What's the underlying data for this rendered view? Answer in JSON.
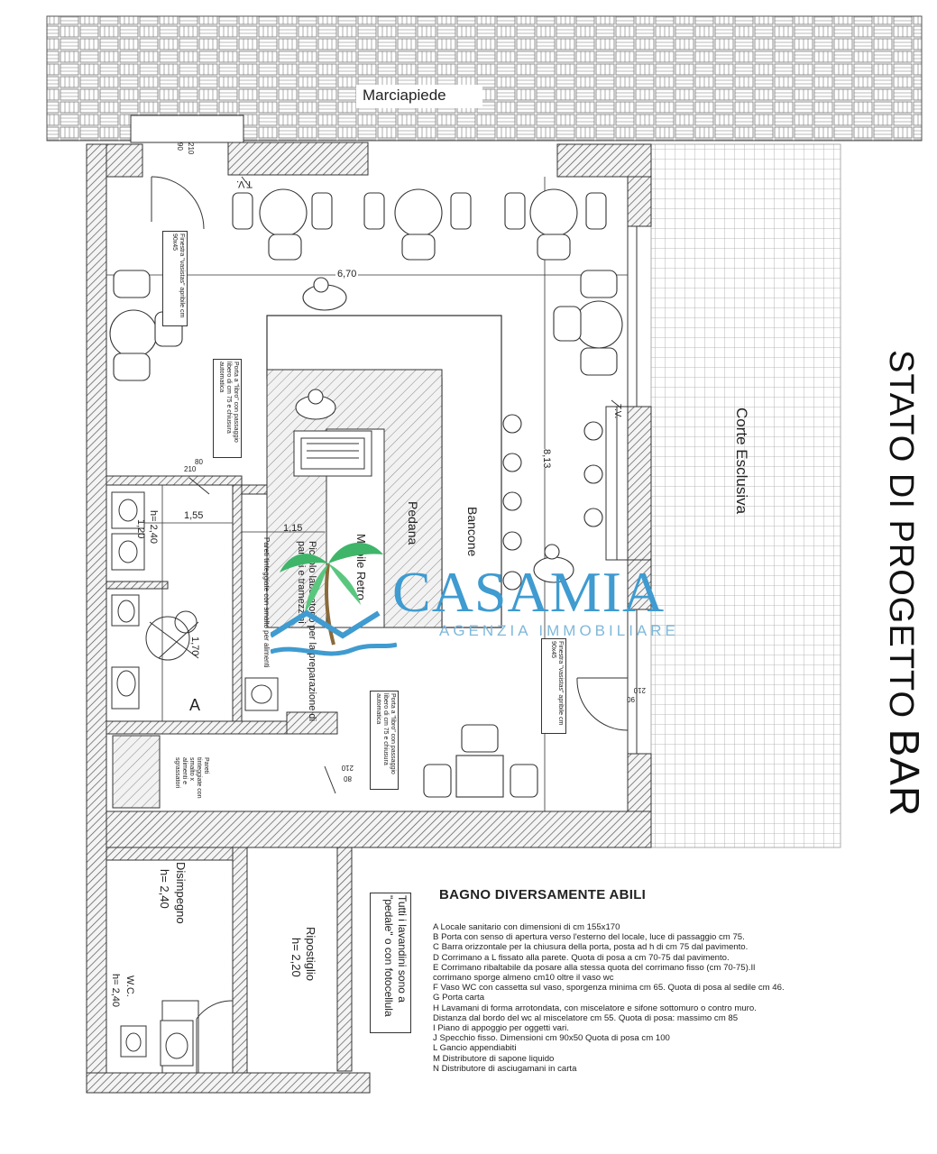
{
  "labels": {
    "sidewalk": "Marciapiede",
    "court": "Corte Esclusiva",
    "counter": "Bancone",
    "platform": "Pedana",
    "back_cabinet": "Mobile Retro",
    "lab": "Piccolo laboratorio per la preparazione di panini e tramezzini",
    "lab_walls": "Pareti tinteggiate con smalto per alimenti",
    "store_walls": "Pareti tinteggiate con smalto x alimenti e sgrassatori",
    "hallway": "Disimpegno",
    "hallway_h": "h= 2,40",
    "storage": "Ripostiglio",
    "storage_h": "h= 2,20",
    "wc": "W.C.",
    "wc_h": "h= 2,40",
    "bath_h": "h= 2,40",
    "bath_mark": "A",
    "sinks_note": "Tutti i lavandini sono a \"pedale\" o con fotocellula",
    "window_note_1": "Finestra \"vasistas\" apribile cm 90x45",
    "window_note_2": "Finestra \"vasistas\" apribile cm 90x45",
    "door_note_1": "Porta a \"libro\" con passaggio libero di cm 75 e chiusura automatica",
    "door_note_2": "Porta a \"libro\" con passaggio libero di cm 75 e chiusura automatica",
    "tv_1": "T.V.",
    "tv_2": "T.V."
  },
  "dimensions": {
    "width_main": "6,70",
    "depth_main": "8,13",
    "bath_w": "1,55",
    "bath_d1": "1,20",
    "bath_d2": "1,70",
    "lab_w": "1,15",
    "door_top": "90",
    "door_top2": "210",
    "door_mid": "80",
    "door_mid2": "210",
    "door_right": "90",
    "door_right2": "210",
    "door_low": "80",
    "door_low2": "210"
  },
  "title": {
    "main": "STATO DI PROGETTO",
    "bar": "BAR"
  },
  "logo": {
    "name": "CASAMIA",
    "sub": "AGENZIA IMMOBILIARE"
  },
  "legend": {
    "title": "BAGNO DIVERSAMENTE ABILI",
    "items": [
      "A  Locale sanitario con dimensioni di cm 155x170",
      "B  Porta con senso di apertura verso l'esterno del locale, luce di passaggio cm 75.",
      "C  Barra orizzontale per la chiusura della porta, posta ad h di cm 75 dal pavimento.",
      "D  Corrimano a L fissato alla parete. Quota di posa a cm 70-75 dal pavimento.",
      "E  Corrimano ribaltabile da posare alla stessa quota del corrimano fisso (cm 70-75).Il",
      "corrimano sporge almeno cm10 oltre il vaso wc",
      "F  Vaso WC con cassetta sul vaso, sporgenza minima cm 65. Quota di posa al sedile cm 46.",
      "G  Porta carta",
      "H  Lavamani di forma arrotondata, con  miscelatore e sifone sottomuro o contro muro.",
      "Distanza dal bordo del wc al miscelatore cm 55. Quota di posa: massimo cm 85",
      "I   Piano di appoggio per oggetti vari.",
      "J   Specchio fisso. Dimensioni cm  90x50 Quota di posa cm 100",
      "L   Gancio appendiabiti",
      "M  Distributore di sapone liquido",
      "N  Distributore di asciugamani in carta"
    ]
  },
  "colors": {
    "wall_hatch": "#555555",
    "grid": "#9a9a9a",
    "logo_blue": "#3f9bd0",
    "logo_green": "#3fb56a"
  }
}
